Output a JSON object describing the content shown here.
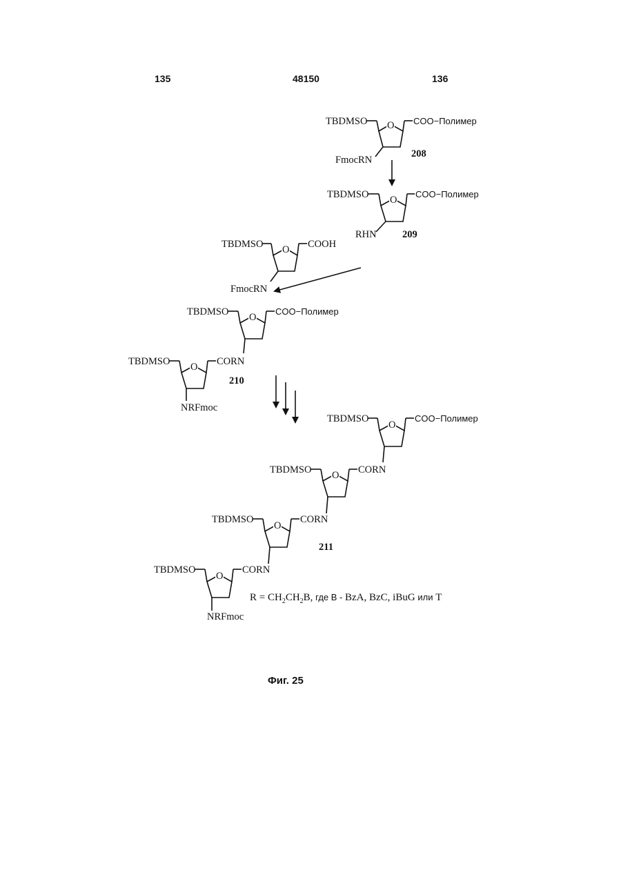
{
  "header": {
    "page_left": "135",
    "doc_number": "48150",
    "page_right": "136"
  },
  "labels": {
    "tbdmso": "TBDMSO",
    "coo_polymer": "COO−Полимер",
    "cooh": "COOH",
    "corn": "CORN",
    "fmocrn": "FmocRN",
    "rhn": "RHN",
    "nrfmoc": "NRFmoc",
    "ring_o": "O"
  },
  "compounds": [
    "208",
    "209",
    "210",
    "211"
  ],
  "footnote": {
    "r_eq": "R = CH",
    "sub1": "2",
    "ch": "CH",
    "sub2": "2",
    "b": "B, ",
    "where": "где B - ",
    "bza": "BzA, BzC, iBuG ",
    "or": "или",
    "t": " T"
  },
  "caption": "Фиг. 25"
}
